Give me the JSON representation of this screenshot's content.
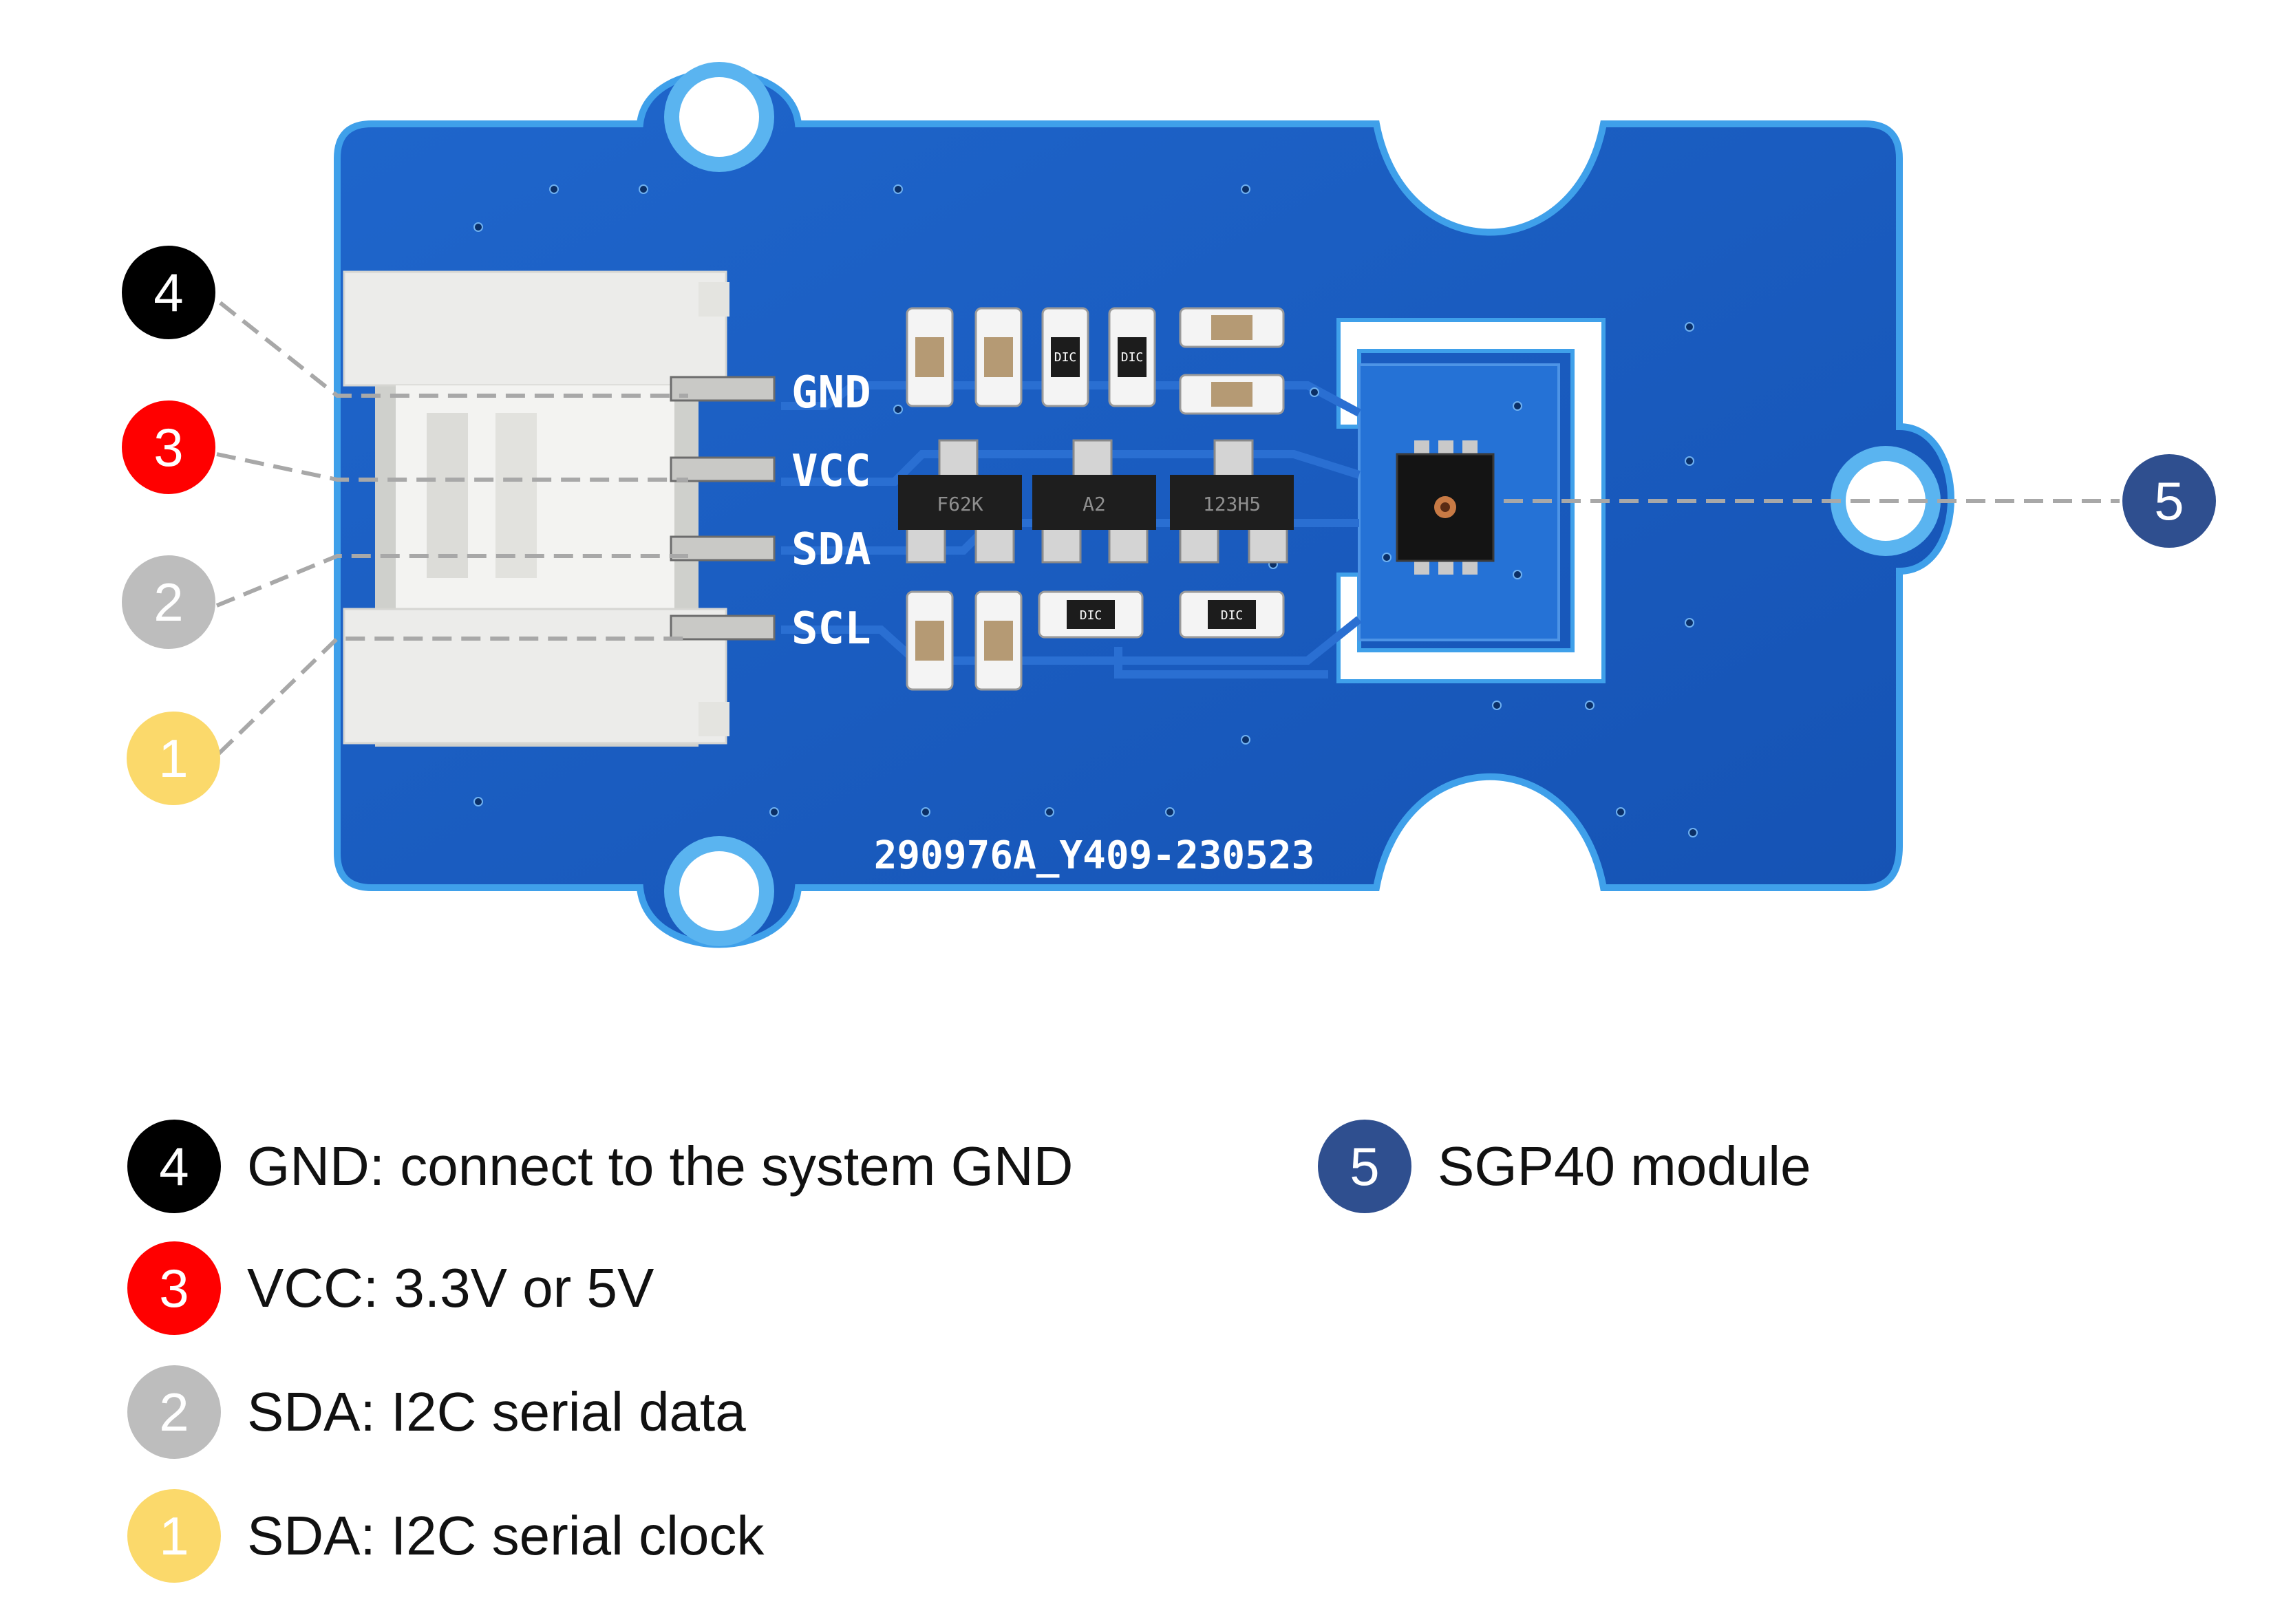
{
  "board": {
    "silkscreen_code": "290976A_Y409-230523",
    "pin_labels": [
      "GND",
      "VCC",
      "SDA",
      "SCL"
    ],
    "component_marks": [
      "F62K",
      "A2",
      "123H5"
    ],
    "ic_marks": [
      "DIC",
      "DIC",
      "DIC",
      "DIC"
    ]
  },
  "callouts": [
    {
      "number": "4",
      "color": "#000000"
    },
    {
      "number": "3",
      "color": "#ff0000"
    },
    {
      "number": "2",
      "color": "#bdbdbd"
    },
    {
      "number": "1",
      "color": "#fbd96b"
    },
    {
      "number": "5",
      "color": "#2f4f8f"
    }
  ],
  "legend": [
    {
      "number": "4",
      "color": "#000000",
      "text": "GND: connect to the system GND"
    },
    {
      "number": "3",
      "color": "#ff0000",
      "text": "VCC: 3.3V or 5V"
    },
    {
      "number": "2",
      "color": "#bdbdbd",
      "text": "SDA: I2C serial data"
    },
    {
      "number": "1",
      "color": "#fbd96b",
      "text": "SDA: I2C serial clock"
    },
    {
      "number": "5",
      "color": "#2f4f8f",
      "text": "SGP40 module"
    }
  ],
  "colors": {
    "pcb_blue": "#1a5fc4",
    "pcb_edge": "#3fa0ea",
    "connector_white": "#ececea",
    "leader_line": "#a8a8a8"
  }
}
